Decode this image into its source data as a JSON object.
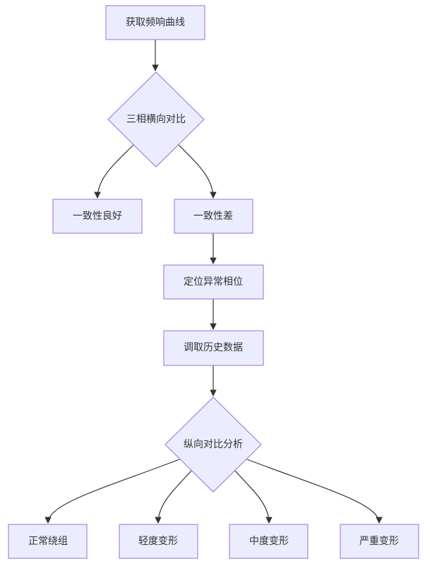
{
  "diagram": {
    "type": "flowchart",
    "nodes": {
      "get_curve": "获取频响曲线",
      "three_phase": "三相横向对比",
      "good": "一致性良好",
      "poor": "一致性差",
      "locate": "定位异常相位",
      "history": "调取历史数据",
      "longitudinal": "纵向对比分析",
      "normal": "正常绕组",
      "mild": "轻度变形",
      "moderate": "中度变形",
      "severe": "严重变形"
    },
    "edges": [
      [
        "get_curve",
        "three_phase"
      ],
      [
        "three_phase",
        "good"
      ],
      [
        "three_phase",
        "poor"
      ],
      [
        "poor",
        "locate"
      ],
      [
        "locate",
        "history"
      ],
      [
        "history",
        "longitudinal"
      ],
      [
        "longitudinal",
        "normal"
      ],
      [
        "longitudinal",
        "mild"
      ],
      [
        "longitudinal",
        "moderate"
      ],
      [
        "longitudinal",
        "severe"
      ]
    ],
    "colors": {
      "node_fill": "#ECECFF",
      "node_stroke": "#9370DB",
      "edge": "#333333",
      "text": "#333333"
    }
  }
}
